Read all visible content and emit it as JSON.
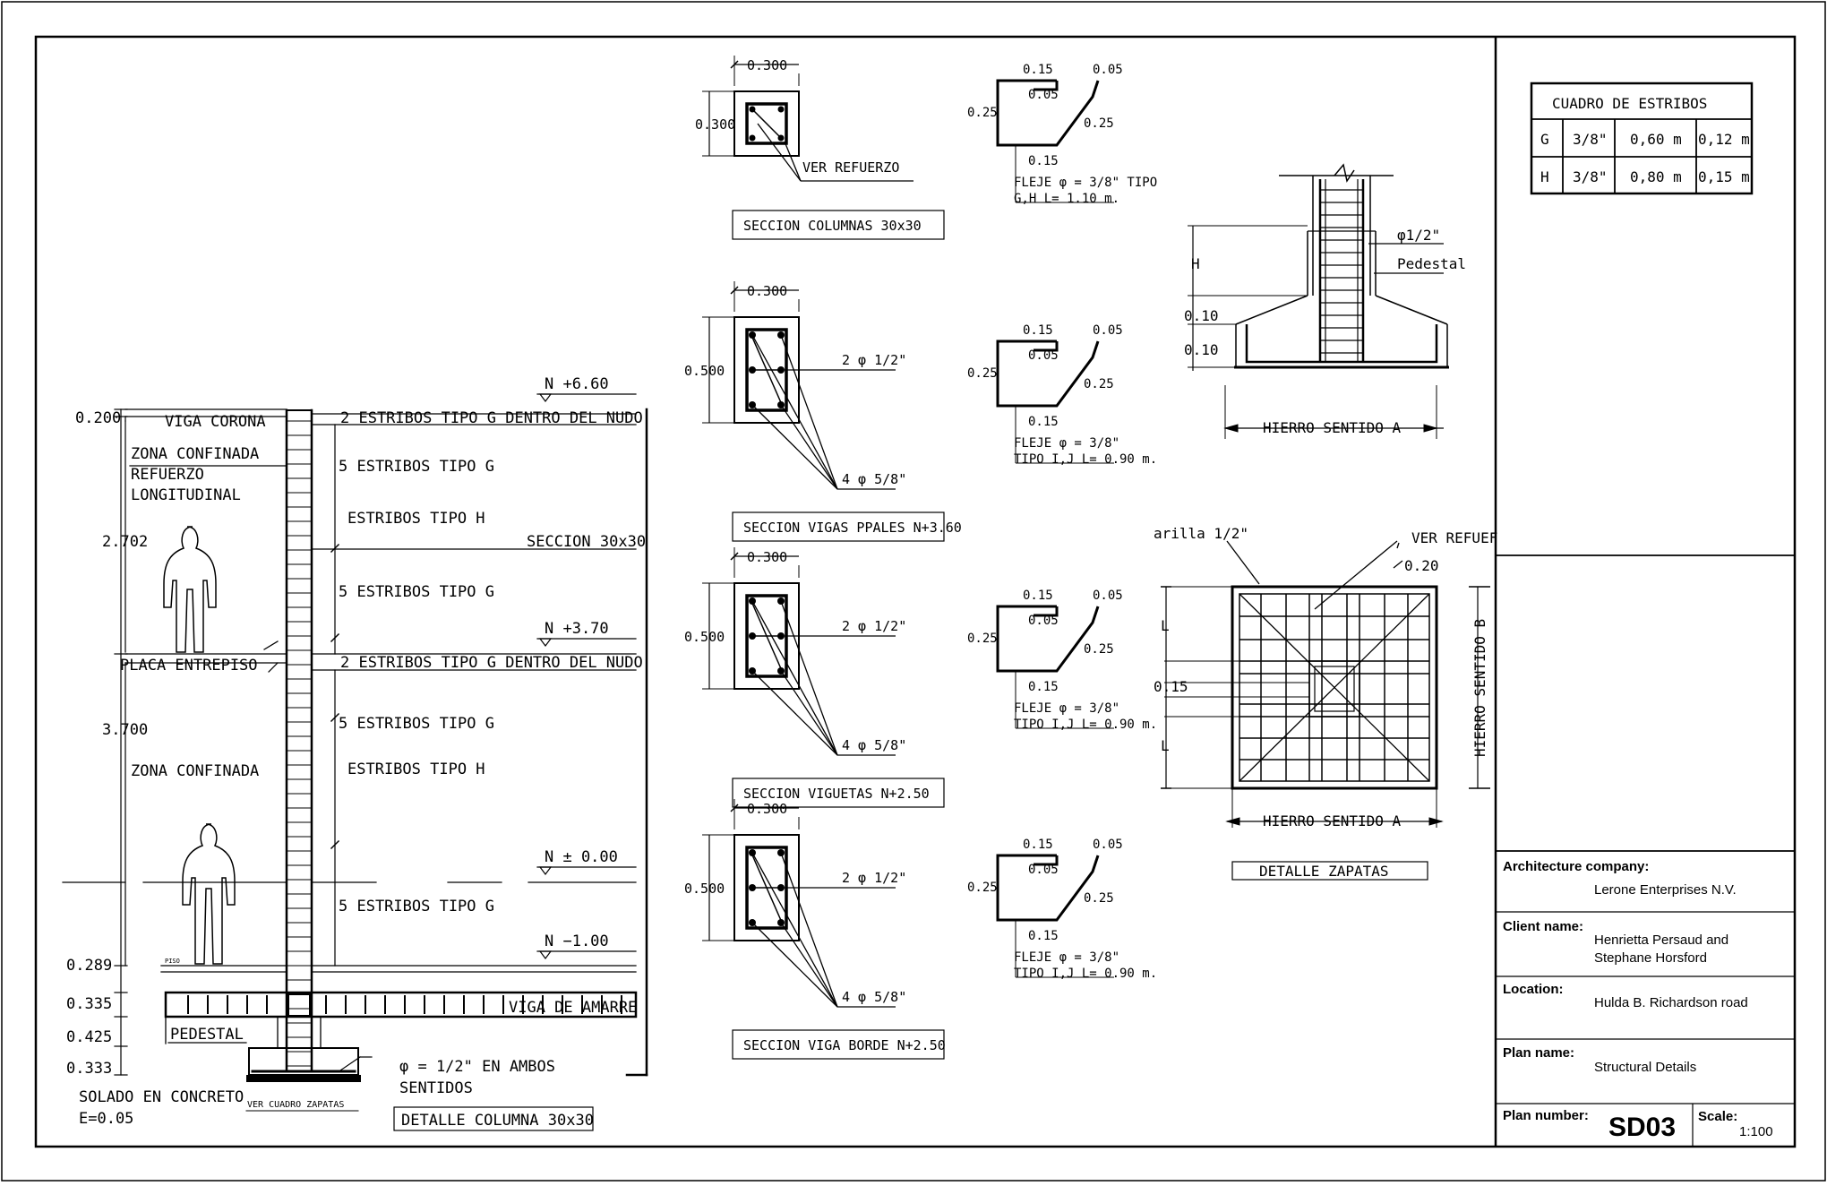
{
  "column_detail": {
    "levels": {
      "n660": "N +6.60",
      "n370": "N +3.70",
      "n000": "N ± 0.00",
      "n100": "N −1.00"
    },
    "dims": {
      "d0200": "0.200",
      "d2702": "2.702",
      "d3700": "3.700",
      "d0289": "0.289",
      "d0335": "0.335",
      "d0425": "0.425",
      "d0333": "0.333"
    },
    "labels": {
      "viga_corona": "VIGA CORONA",
      "zona_confinada_1": "ZONA CONFINADA",
      "refuerzo": "REFUERZO",
      "longitudinal": "LONGITUDINAL",
      "placa_entrepiso": "PLACA ENTREPISO",
      "zona_confinada_2": "ZONA CONFINADA",
      "piso": "PISO",
      "viga_amarre": "VIGA DE AMARRE",
      "pedestal": "PEDESTAL",
      "solado": "SOLADO EN CONCRETO",
      "espesor": "E=0.05",
      "ver_cuadro": "VER CUADRO ZAPATAS",
      "varilla_1": "φ = 1/2\" EN AMBOS",
      "varilla_2": "SENTIDOS",
      "title": "DETALLE COLUMNA 30x30"
    },
    "notes": {
      "nudo_1": "2 ESTRIBOS TIPO  G DENTRO DEL NUDO",
      "g_1": "5 ESTRIBOS TIPO G",
      "h_1": "ESTRIBOS TIPO  H",
      "seccion": "SECCION 30x30",
      "g_2": "5 ESTRIBOS TIPO G",
      "nudo_2": "2 ESTRIBOS TIPO  G DENTRO DEL NUDO",
      "g_3": "5 ESTRIBOS TIPO G",
      "h_2": "ESTRIBOS TIPO  H",
      "g_4": "5 ESTRIBOS TIPO G"
    }
  },
  "sections": [
    {
      "width": "0.300",
      "height": "0.300",
      "note_top": "VER REFUERZO",
      "note_bottom": "",
      "title": "SECCION COLUMNAS 30x30"
    },
    {
      "width": "0.300",
      "height": "0.500",
      "note_top": "2 φ 1/2\"",
      "note_bottom": "4 φ 5/8\"",
      "title": "SECCION VIGAS PPALES N+3.60"
    },
    {
      "width": "0.300",
      "height": "0.500",
      "note_top": "2 φ 1/2\"",
      "note_bottom": "4 φ 5/8\"",
      "title": "SECCION VIGUETAS N+2.50"
    },
    {
      "width": "0.300",
      "height": "0.500",
      "note_top": "2 φ 1/2\"",
      "note_bottom": "4 φ 5/8\"",
      "title": "SECCION VIGA BORDE N+2.50"
    }
  ],
  "stirrups": [
    {
      "top": "0.15",
      "inner": "0.05",
      "hook": "0.05",
      "diag": "0.25",
      "side": "0.25",
      "bottom": "0.15",
      "line1": "FLEJE φ = 3/8\" TIPO",
      "line2": "G,H    L= 1.10 m."
    },
    {
      "top": "0.15",
      "inner": "0.05",
      "hook": "0.05",
      "diag": "0.25",
      "side": "0.25",
      "bottom": "0.15",
      "line1": "FLEJE φ = 3/8\"",
      "line2": "TIPO   I,J   L= 0.90 m."
    },
    {
      "top": "0.15",
      "inner": "0.05",
      "hook": "0.05",
      "diag": "0.25",
      "side": "0.25",
      "bottom": "0.15",
      "line1": "FLEJE φ = 3/8\"",
      "line2": "TIPO   I,J   L= 0.90 m."
    },
    {
      "top": "0.15",
      "inner": "0.05",
      "hook": "0.05",
      "diag": "0.25",
      "side": "0.25",
      "bottom": "0.15",
      "line1": "FLEJE φ = 3/8\"",
      "line2": "TIPO   I,J   L= 0.90 m."
    }
  ],
  "footing": {
    "dim_h": "H",
    "dim_010a": "0.10",
    "dim_010b": "0.10",
    "bar": "φ1/2\"",
    "pedestal": "Pedestal",
    "hierro_a_1": "HIERRO SENTIDO A",
    "varilla": "arilla 1/2\"",
    "ver_refuerzo": "VER REFUEF",
    "dim_020": "0.20",
    "dim_L1": "L",
    "dim_015": "0.15",
    "dim_L2": "L",
    "hierro_b": "HIERRO SENTIDO B",
    "hierro_a_2": "HIERRO SENTIDO A",
    "title": "DETALLE  ZAPATAS"
  },
  "stirrup_table": {
    "title": "CUADRO  DE  ESTRIBOS",
    "rows": [
      [
        "G",
        "3/8\"",
        "0,60  m",
        "0,12  m"
      ],
      [
        "H",
        "3/8\"",
        "0,80  m",
        "0,15  m"
      ]
    ]
  },
  "title_block": {
    "company_label": "Architecture company:",
    "company": "Lerone Enterprises N.V.",
    "client_label": "Client name:",
    "client_1": "Henrietta Persaud and",
    "client_2": "Stephane Horsford",
    "location_label": "Location:",
    "location": "Hulda B. Richardson road",
    "plan_name_label": "Plan name:",
    "plan_name": "Structural Details",
    "plan_number_label": "Plan number:",
    "plan_number": "SD03",
    "scale_label": "Scale:",
    "scale": "1:100"
  }
}
